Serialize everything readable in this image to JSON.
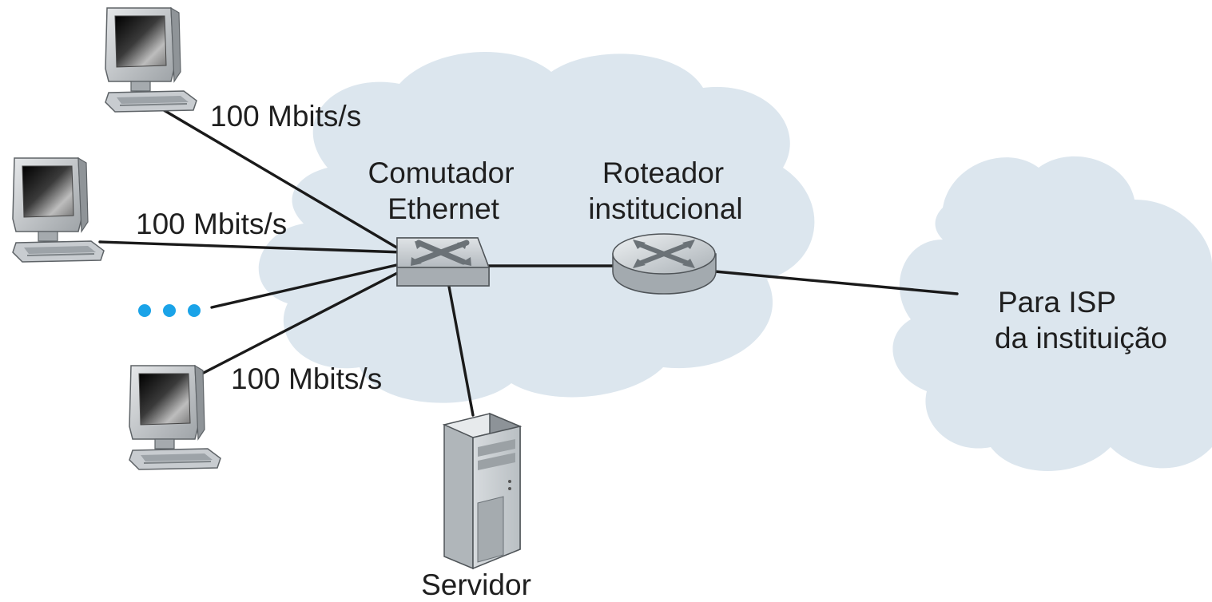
{
  "diagram": {
    "colors": {
      "cloud": "#dce6ee",
      "link": "#1a1a1a",
      "ellipsis_dots": "#1aa3e8",
      "device_body": "#c9cdd0"
    },
    "nodes": {
      "switch": {
        "label_line1": "Comutador",
        "label_line2": "Ethernet",
        "icon": "ethernet-switch-icon"
      },
      "router": {
        "label_line1": "Roteador",
        "label_line2": "institucional",
        "icon": "router-icon"
      },
      "server": {
        "label": "Servidor",
        "icon": "server-tower-icon"
      },
      "isp": {
        "label_line1": "Para ISP",
        "label_line2": "da instituição"
      },
      "hosts": [
        {
          "icon": "desktop-computer-icon"
        },
        {
          "icon": "desktop-computer-icon"
        },
        {
          "icon": "desktop-computer-icon"
        }
      ],
      "ellipsis": {
        "icon": "ellipsis-dots-icon",
        "count": 3
      }
    },
    "links": {
      "host1_speed": "100 Mbits/s",
      "host2_speed": "100 Mbits/s",
      "host3_speed": "100 Mbits/s"
    }
  }
}
